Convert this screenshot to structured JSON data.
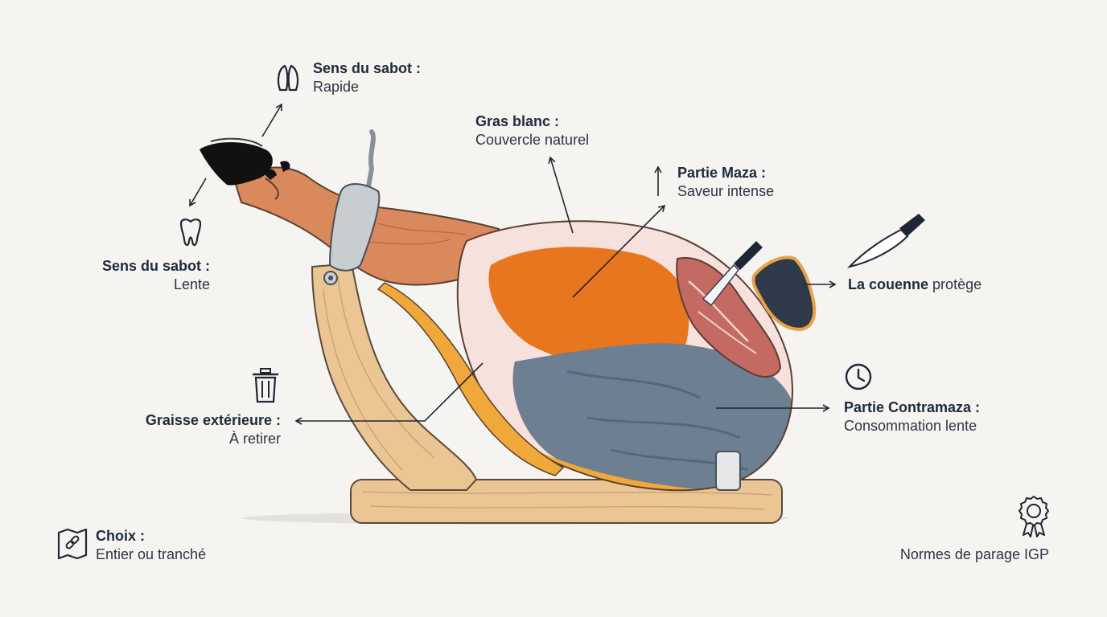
{
  "labels": {
    "hoof_fast": {
      "title": "Sens du sabot :",
      "sub": "Rapide"
    },
    "hoof_slow": {
      "title": "Sens du sabot :",
      "sub": "Lente"
    },
    "white_fat": {
      "title": "Gras blanc :",
      "sub": "Couvercle naturel"
    },
    "maza": {
      "title": "Partie Maza :",
      "sub": "Saveur intense"
    },
    "rind": {
      "title": "La couenne",
      "sub": "protège"
    },
    "outer_fat": {
      "title": "Graisse extérieure :",
      "sub": "À retirer"
    },
    "contramaza": {
      "title": "Partie Contramaza :",
      "sub": "Consommation lente"
    },
    "choice": {
      "title": "Choix :",
      "sub": "Entier ou tranché"
    },
    "igp": {
      "text": "Normes de parage IGP"
    }
  },
  "icons": [
    "hoof-icon",
    "tooth-icon",
    "trash-icon",
    "clock-icon",
    "knife-icon",
    "map-link-icon",
    "award-ribbon-icon"
  ],
  "colors": {
    "background": "#f5f4f1",
    "maza_orange": "#e8761e",
    "contramaza_slate": "#6d7f90",
    "fat_white": "#f6e1dc",
    "outer_fat_yellow": "#f0a83a",
    "wood": "#ebc593",
    "hoof": "#111111",
    "ink": "#1e2a3a"
  }
}
